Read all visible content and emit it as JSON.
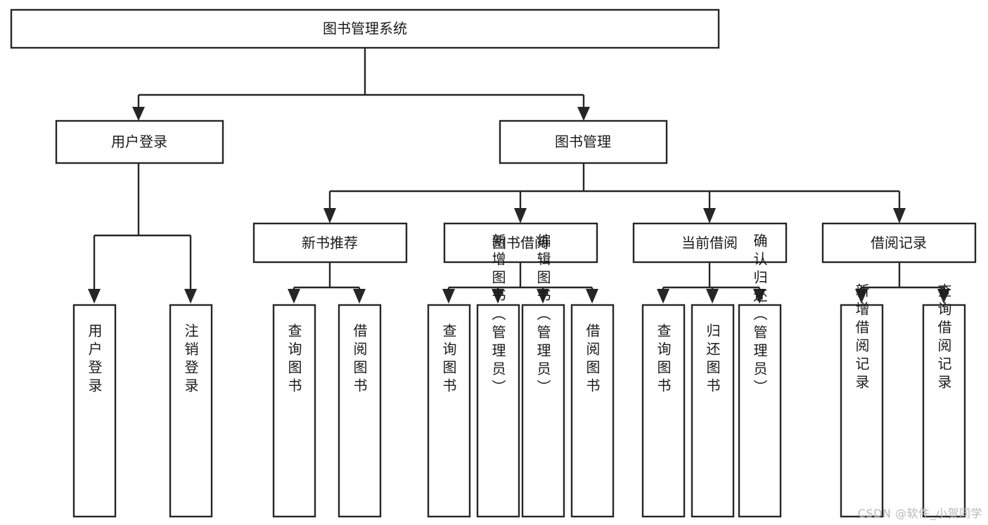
{
  "diagram": {
    "type": "tree-hierarchy-chart",
    "title": "图书管理系统",
    "watermark": "CSDN @软件_小贺同学",
    "colors": {
      "stroke": "#262626",
      "fill": "#ffffff",
      "text": "#1a1a1a",
      "watermark": "#b8b8b8"
    },
    "levels": {
      "level1": "系统",
      "level2": "模块",
      "level3": "子模块",
      "level4": "功能"
    },
    "root": {
      "label": "图书管理系统"
    },
    "level2_nodes": [
      {
        "label": "用户登录"
      },
      {
        "label": "图书管理"
      }
    ],
    "level3_nodes": [
      {
        "label": "新书推荐"
      },
      {
        "label": "图书借阅"
      },
      {
        "label": "当前借阅"
      },
      {
        "label": "借阅记录"
      }
    ],
    "groups": [
      {
        "parent": "用户登录",
        "leaves": [
          {
            "label": "用户登录"
          },
          {
            "label": "注销登录"
          }
        ]
      },
      {
        "parent": "新书推荐",
        "leaves": [
          {
            "label": "查询图书"
          },
          {
            "label": "借阅图书"
          }
        ]
      },
      {
        "parent": "图书借阅",
        "leaves": [
          {
            "label": "查询图书"
          },
          {
            "label": "新增图书（管理员）"
          },
          {
            "label": "编辑图书（管理员）"
          },
          {
            "label": "借阅图书"
          }
        ]
      },
      {
        "parent": "当前借阅",
        "leaves": [
          {
            "label": "查询图书"
          },
          {
            "label": "归还图书"
          },
          {
            "label": "确认归还（管理员）"
          }
        ]
      },
      {
        "parent": "借阅记录",
        "leaves": [
          {
            "label": "新增借阅记录"
          },
          {
            "label": "查询借阅记录"
          }
        ]
      }
    ],
    "leaves_flat": [
      "用户登录",
      "注销登录",
      "查询图书",
      "借阅图书",
      "查询图书",
      "新增图书（管理员）",
      "编辑图书（管理员）",
      "借阅图书",
      "查询图书",
      "归还图书",
      "确认归还（管理员）",
      "新增借阅记录",
      "查询借阅记录"
    ]
  }
}
